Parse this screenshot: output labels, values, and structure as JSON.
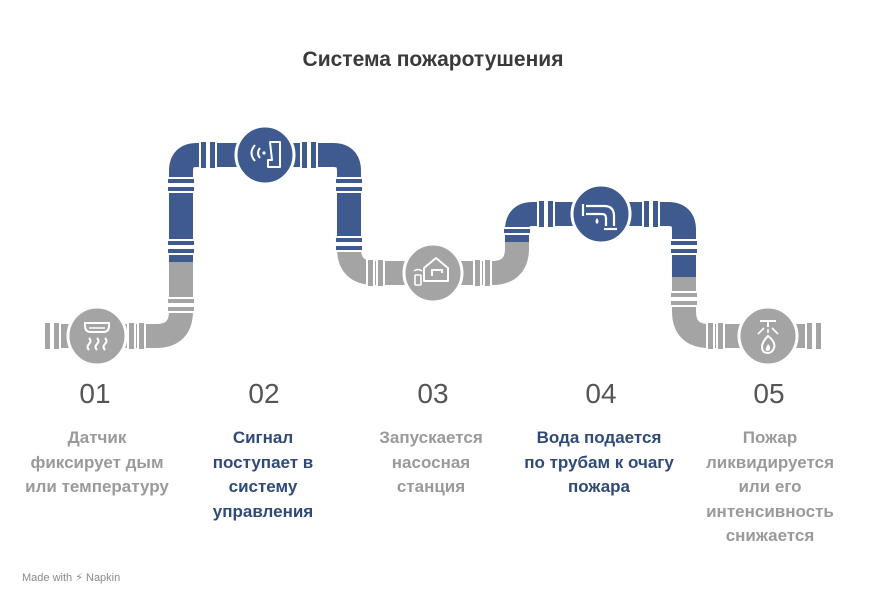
{
  "title": "Система пожаротушения",
  "steps": [
    {
      "num": "01",
      "text": "Датчик фиксирует дым или температуру",
      "icon": "smoke-detector-icon"
    },
    {
      "num": "02",
      "text": "Сигнал поступает в систему управления",
      "icon": "signal-sensor-icon"
    },
    {
      "num": "03",
      "text": "Запускается насосная станция",
      "icon": "pump-station-icon"
    },
    {
      "num": "04",
      "text": "Вода подается по трубам к очагу пожара",
      "icon": "water-pipe-icon"
    },
    {
      "num": "05",
      "text": "Пожар ликвидируется или его интенсивность снижается",
      "icon": "sprinkler-fire-icon"
    }
  ],
  "footer": {
    "made_with": "Made with",
    "brand": "Napkin"
  },
  "colors": {
    "blue": "#3e5a8e",
    "grey": "#a3a3a3",
    "blue_text": "#2f4a79",
    "grey_text": "#9a9a9a"
  }
}
